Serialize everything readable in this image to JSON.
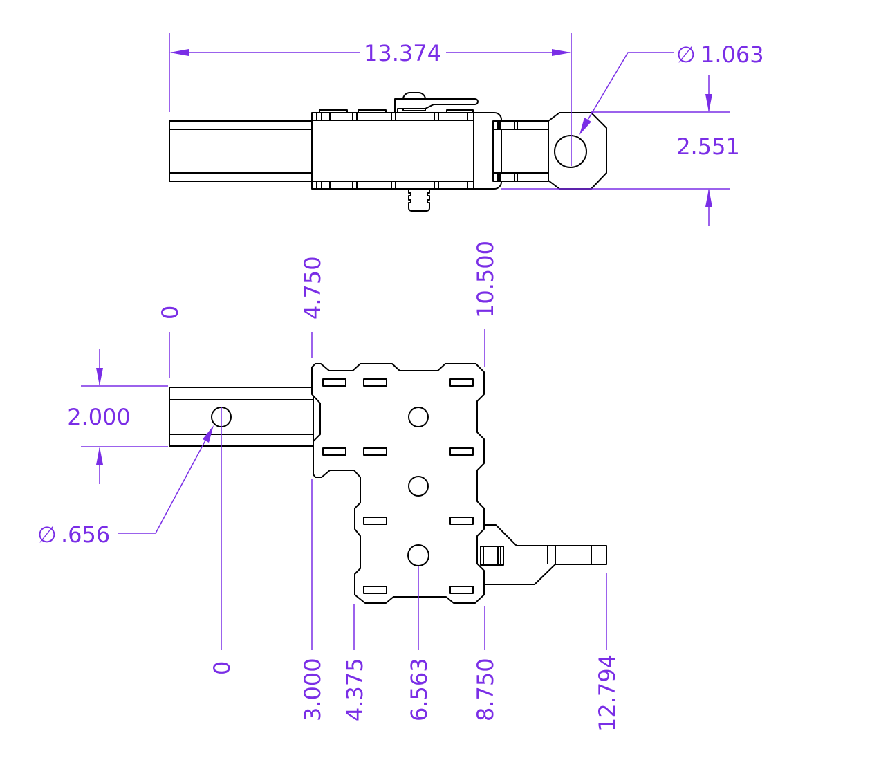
{
  "colors": {
    "dimension": "#7a2ee6",
    "geometry": "#000000"
  },
  "top_view": {
    "overall_length": "13.374",
    "hole_diameter_symbol": "∅",
    "hole_diameter": "1.063",
    "height": "2.551"
  },
  "front_view": {
    "tube_height": "2.000",
    "hole_diameter_symbol": "∅",
    "hole_diameter": ".656",
    "ordinates_top": [
      "0",
      "4.750",
      "10.500"
    ],
    "ordinates_bottom": [
      "0",
      "3.000",
      "4.375",
      "6.563",
      "8.750",
      "12.794"
    ]
  }
}
